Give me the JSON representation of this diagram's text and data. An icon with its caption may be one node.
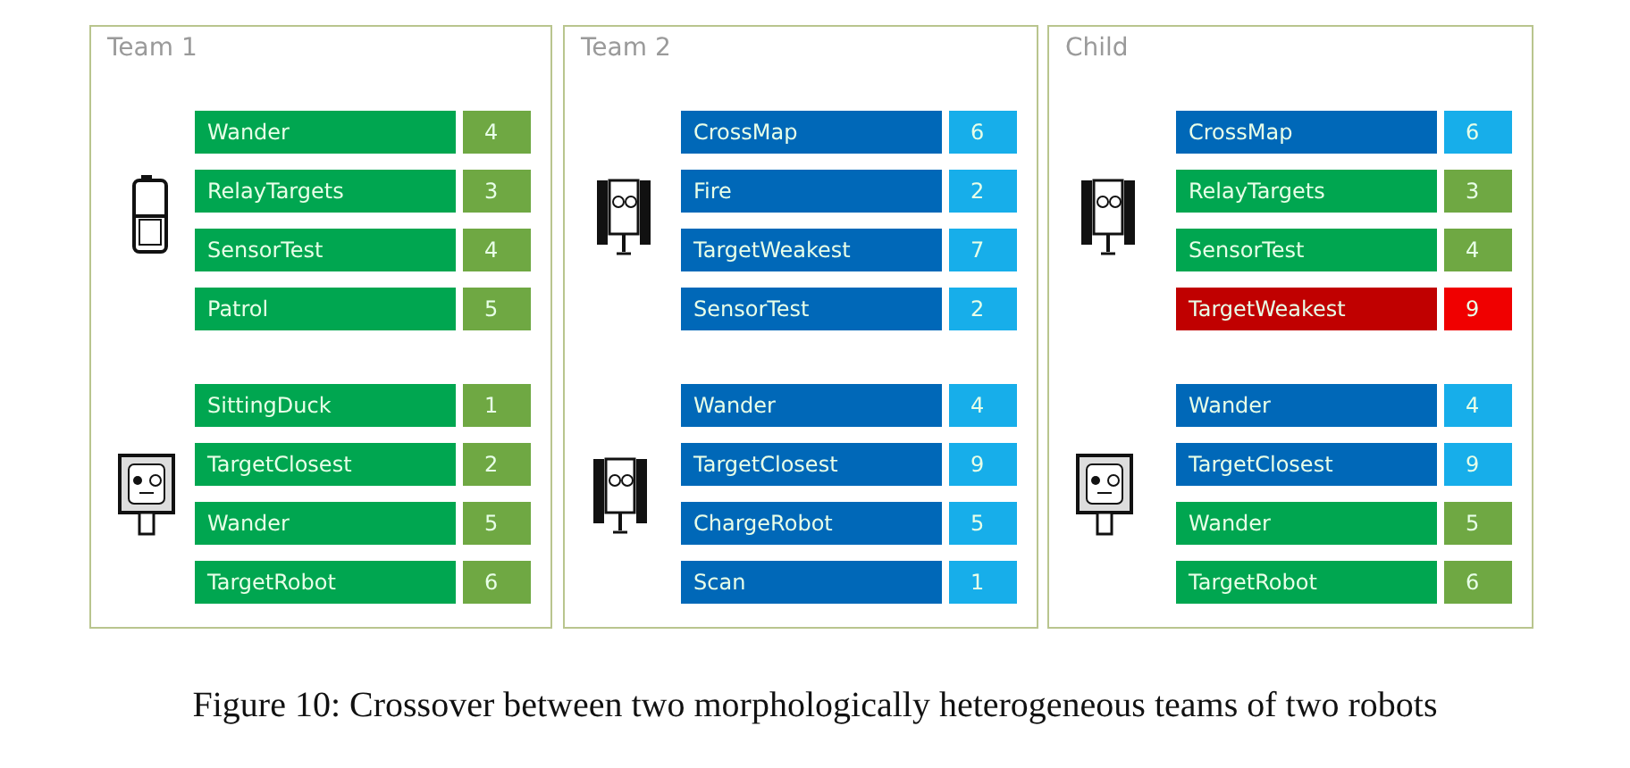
{
  "diagram": {
    "caption": "Figure 10: Crossover between two morphologically heterogeneous teams of two robots",
    "nodes": [
      {
        "text": [
          "Team 1"
        ]
      },
      {
        "text": [
          "Wander"
        ],
        "in": 0
      },
      {
        "text": [
          "4"
        ],
        "in": 0
      },
      {
        "text": [
          "RelayTargets"
        ],
        "in": 0
      },
      {
        "text": [
          "3"
        ],
        "in": 0
      },
      {
        "text": [
          "SensorTest"
        ],
        "in": 0
      },
      {
        "text": [
          "4"
        ],
        "in": 0
      },
      {
        "text": [
          "Patrol"
        ],
        "in": 0
      },
      {
        "text": [
          "5"
        ],
        "in": 0
      },
      {
        "text": [
          "SittingDuck"
        ],
        "in": 0
      },
      {
        "text": [
          "1"
        ],
        "in": 0
      },
      {
        "text": [
          "TargetClosest"
        ],
        "in": 0
      },
      {
        "text": [
          "2"
        ],
        "in": 0
      },
      {
        "text": [
          "Wander"
        ],
        "in": 0
      },
      {
        "text": [
          "5"
        ],
        "in": 0
      },
      {
        "text": [
          "TargetRobot"
        ],
        "in": 0
      },
      {
        "text": [
          "6"
        ],
        "in": 0
      },
      {
        "text": [
          "Team 2"
        ]
      },
      {
        "text": [
          "CrossMap"
        ],
        "in": 17
      },
      {
        "text": [
          "6"
        ],
        "in": 17
      },
      {
        "text": [
          "Fire"
        ],
        "in": 17
      },
      {
        "text": [
          "2"
        ],
        "in": 17
      },
      {
        "text": [
          "TargetWeakest"
        ],
        "in": 17
      },
      {
        "text": [
          "7"
        ],
        "in": 17
      },
      {
        "text": [
          "SensorTest"
        ],
        "in": 17
      },
      {
        "text": [
          "2"
        ],
        "in": 17
      },
      {
        "text": [
          "Wander"
        ],
        "in": 17
      },
      {
        "text": [
          "4"
        ],
        "in": 17
      },
      {
        "text": [
          "TargetClosest"
        ],
        "in": 17
      },
      {
        "text": [
          "9"
        ],
        "in": 17
      },
      {
        "text": [
          "ChargeRobot"
        ],
        "in": 17
      },
      {
        "text": [
          "5"
        ],
        "in": 17
      },
      {
        "text": [
          "Scan"
        ],
        "in": 17
      },
      {
        "text": [
          "1"
        ],
        "in": 17
      },
      {
        "text": [
          "Child"
        ]
      },
      {
        "text": [
          "CrossMap"
        ],
        "in": 34
      },
      {
        "text": [
          "6"
        ],
        "in": 34
      },
      {
        "text": [
          "RelayTargets"
        ],
        "in": 34
      },
      {
        "text": [
          "3"
        ],
        "in": 34
      },
      {
        "text": [
          "SensorTest"
        ],
        "in": 34
      },
      {
        "text": [
          "4"
        ],
        "in": 34
      },
      {
        "text": [
          "TargetWeakest"
        ],
        "in": 34
      },
      {
        "text": [
          "9"
        ],
        "in": 34
      },
      {
        "text": [
          "Wander"
        ],
        "in": 34
      },
      {
        "text": [
          "4"
        ],
        "in": 34
      },
      {
        "text": [
          "TargetClosest"
        ],
        "in": 34
      },
      {
        "text": [
          "9"
        ],
        "in": 34
      },
      {
        "text": [
          "Wander"
        ],
        "in": 34
      },
      {
        "text": [
          "5"
        ],
        "in": 34
      },
      {
        "text": [
          "TargetRobot"
        ],
        "in": 34
      },
      {
        "text": [
          "6"
        ],
        "in": 34
      }
    ],
    "edges": []
  }
}
